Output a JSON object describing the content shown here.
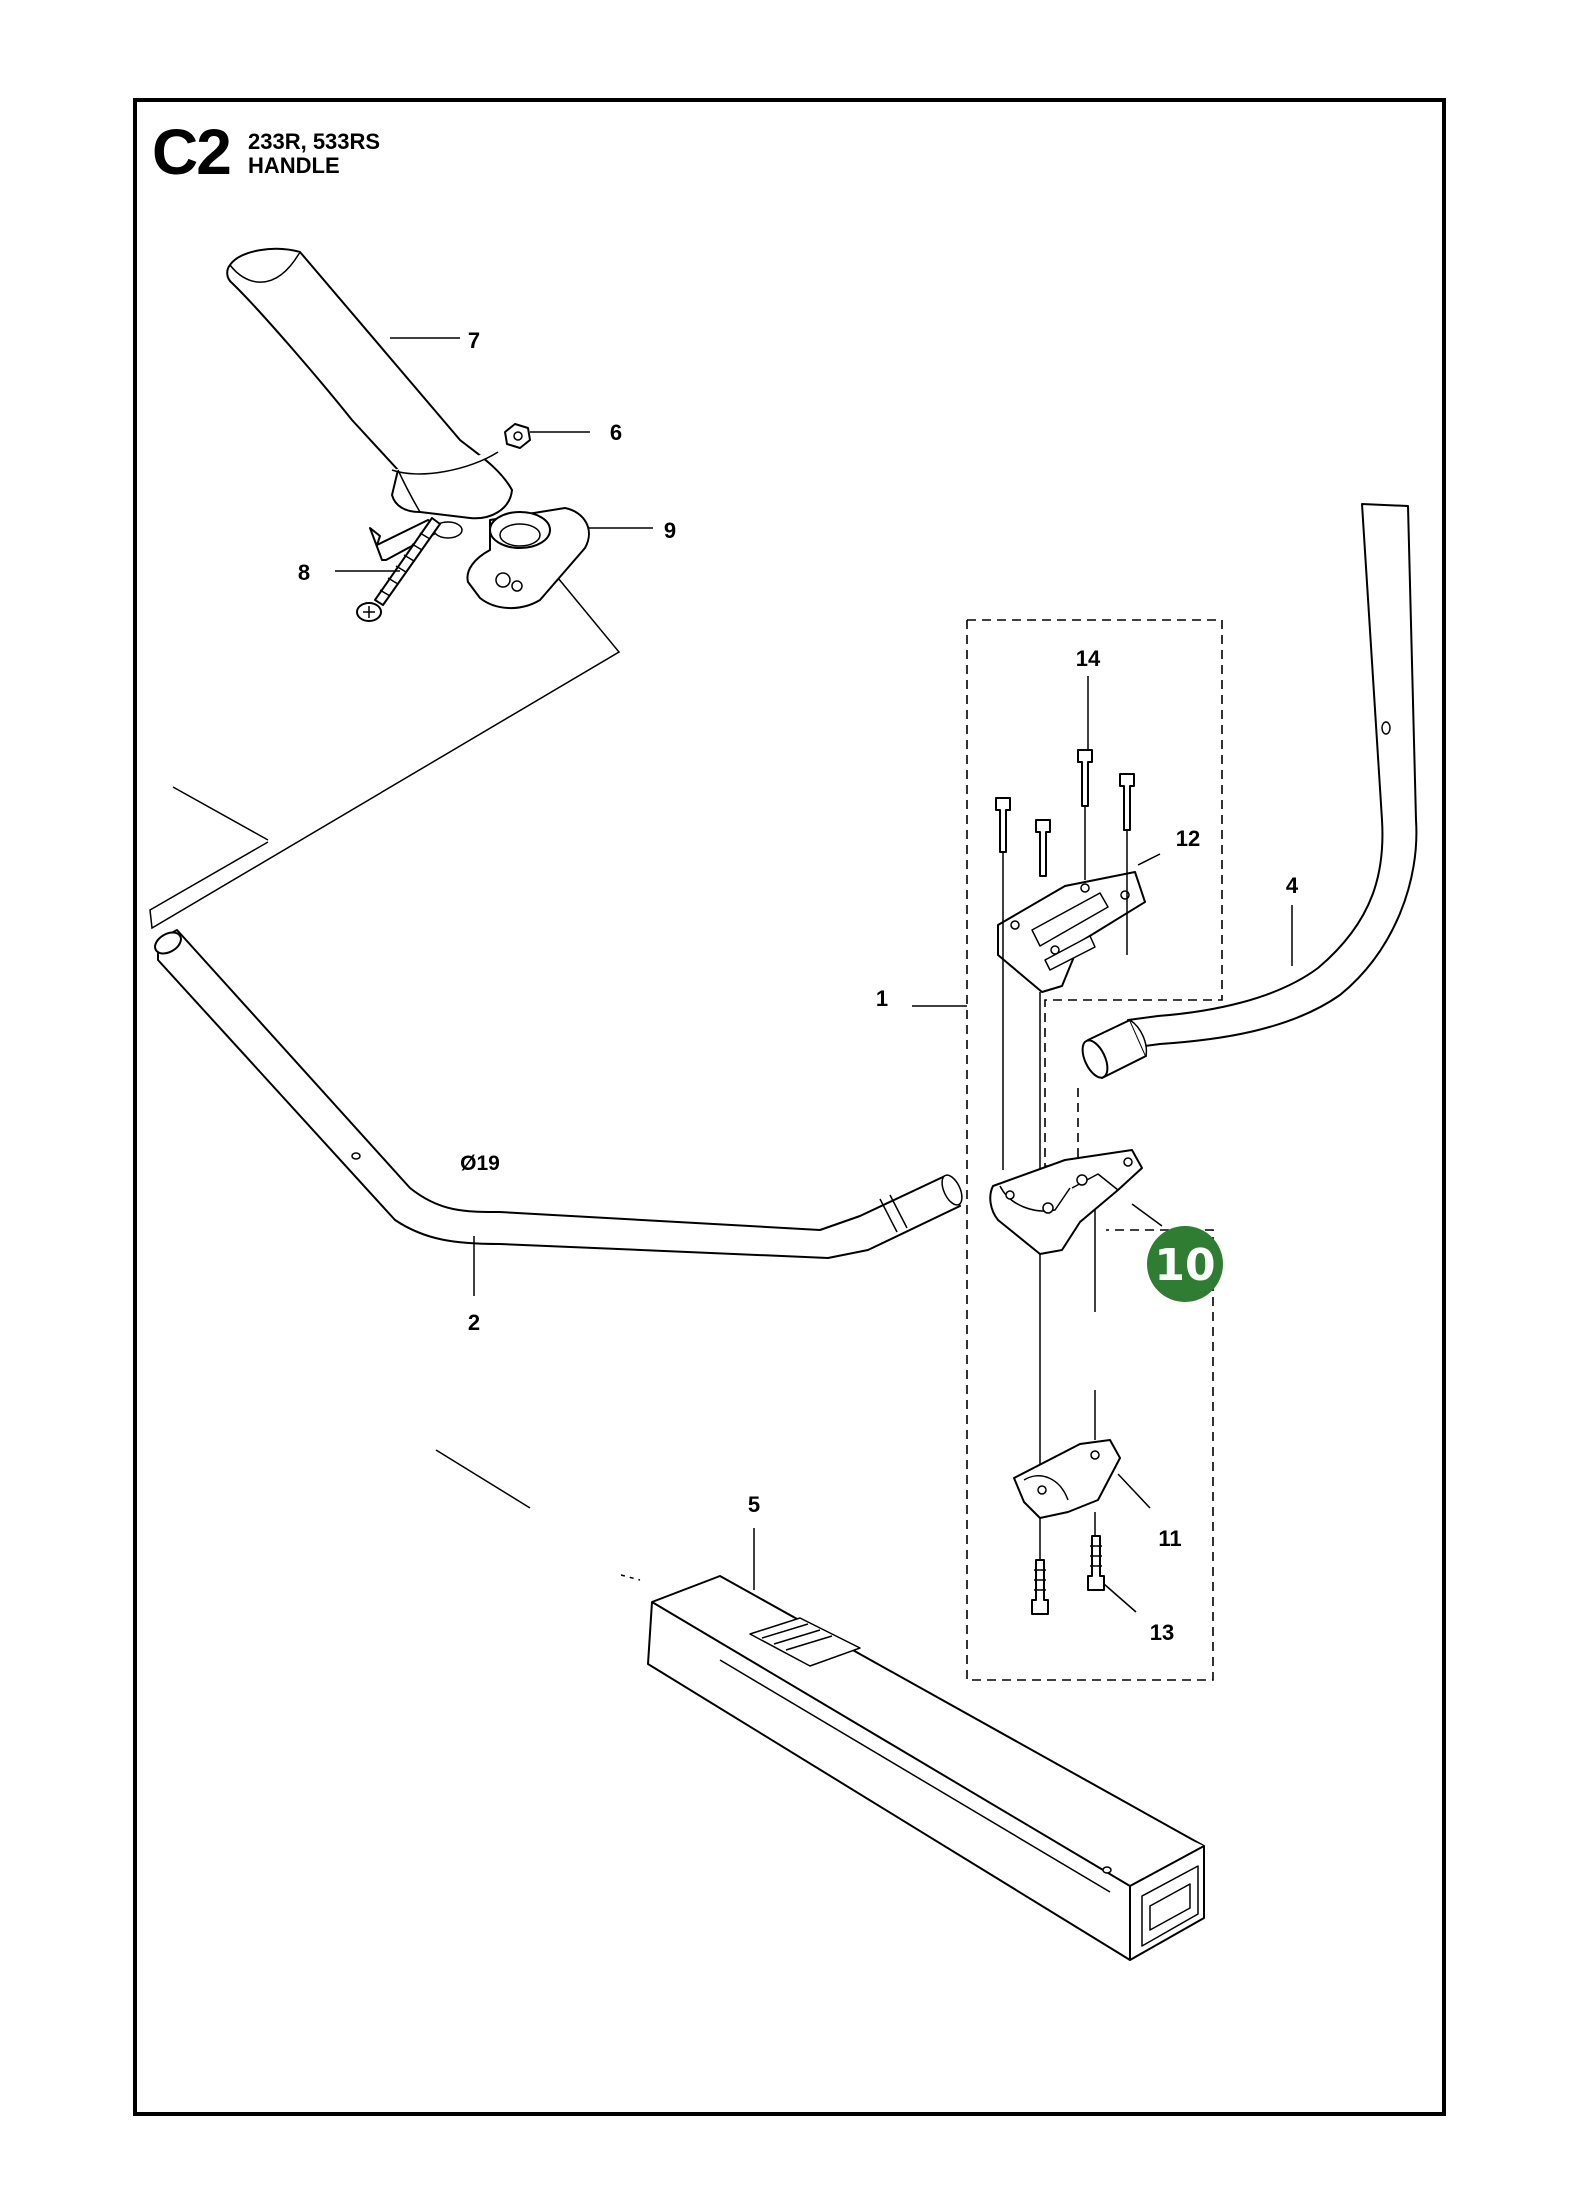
{
  "header": {
    "section_code": "C2",
    "models": "233R, 533RS",
    "title": "HANDLE"
  },
  "callouts": {
    "c1": "1",
    "c2": "2",
    "c4": "4",
    "c5": "5",
    "c6": "6",
    "c7": "7",
    "c8": "8",
    "c9": "9",
    "c11": "11",
    "c12": "12",
    "c13": "13",
    "c14": "14"
  },
  "highlight": {
    "label": "10",
    "color": "#2e7d32"
  },
  "dimension": "Ø19"
}
